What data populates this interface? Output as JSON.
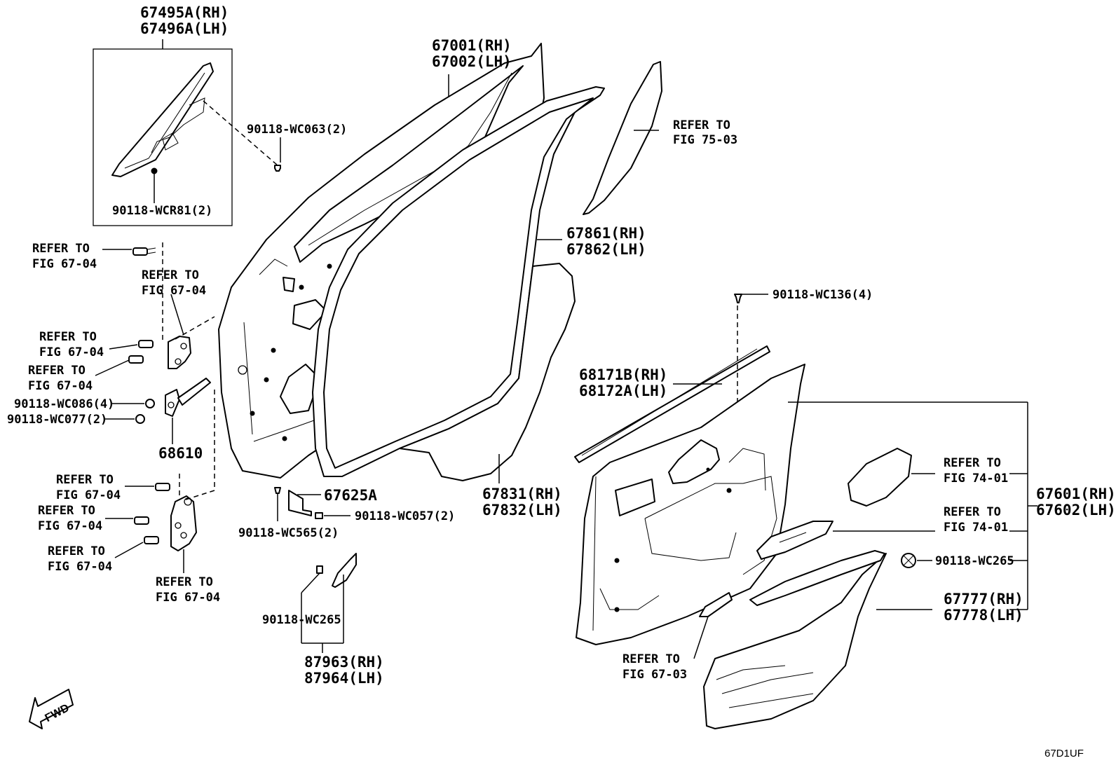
{
  "figure_code": "67D1UF",
  "fwd_arrow": "FWD",
  "labels": {
    "p67495": [
      "67495A(RH)",
      "67496A(LH)"
    ],
    "wc063": "90118-WC063(2)",
    "wcr81": "90118-WCR81(2)",
    "p67001": [
      "67001(RH)",
      "67002(LH)"
    ],
    "ref7503": [
      "REFER TO",
      "FIG 75-03"
    ],
    "p67861": [
      "67861(RH)",
      "67862(LH)"
    ],
    "ref_a": [
      "REFER TO",
      "FIG 67-04"
    ],
    "ref_b": [
      "REFER TO",
      "FIG 67-04"
    ],
    "ref_c": [
      "REFER TO",
      "FIG 67-04"
    ],
    "ref_d": [
      "REFER TO",
      "FIG 67-04"
    ],
    "wc086": "90118-WC086(4)",
    "wc077": "90118-WC077(2)",
    "p68610": "68610",
    "ref_e": [
      "REFER TO",
      "FIG 67-04"
    ],
    "ref_f": [
      "REFER TO",
      "FIG 67-04"
    ],
    "ref_g": [
      "REFER TO",
      "FIG 67-04"
    ],
    "ref_h": [
      "REFER TO",
      "FIG 67-04"
    ],
    "p67625": "67625A",
    "wc057": "90118-WC057(2)",
    "wc565": "90118-WC565(2)",
    "wc265a": "90118-WC265",
    "p87963": [
      "87963(RH)",
      "87964(LH)"
    ],
    "p67831": [
      "67831(RH)",
      "67832(LH)"
    ],
    "wc136": "90118-WC136(4)",
    "p68171": [
      "68171B(RH)",
      "68172A(LH)"
    ],
    "ref7401a": [
      "REFER TO",
      "FIG 74-01"
    ],
    "ref7401b": [
      "REFER TO",
      "FIG 74-01"
    ],
    "p67601": [
      "67601(RH)",
      "67602(LH)"
    ],
    "wc265b": "90118-WC265",
    "p67777": [
      "67777(RH)",
      "67778(LH)"
    ],
    "ref6703": [
      "REFER TO",
      "FIG 67-03"
    ]
  }
}
